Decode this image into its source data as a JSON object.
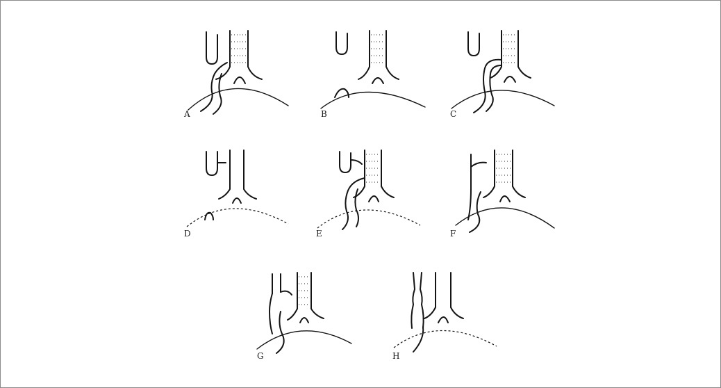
{
  "figure": {
    "panels": [
      {
        "id": "A",
        "label": "A",
        "variant": "separate-crossing"
      },
      {
        "id": "B",
        "label": "B",
        "variant": "blind-pouch"
      },
      {
        "id": "C",
        "label": "C",
        "variant": "upper-fistula"
      },
      {
        "id": "D",
        "label": "D",
        "variant": "double-fistula-short"
      },
      {
        "id": "E",
        "label": "E",
        "variant": "double-fistula"
      },
      {
        "id": "F",
        "label": "F",
        "variant": "lower-fistula"
      },
      {
        "id": "G",
        "label": "G",
        "variant": "h-type"
      },
      {
        "id": "H",
        "label": "H",
        "variant": "stenosis"
      }
    ]
  },
  "colors": {
    "ink": "#141414",
    "background": "#ffffff",
    "frame": "#8a8a8a"
  }
}
